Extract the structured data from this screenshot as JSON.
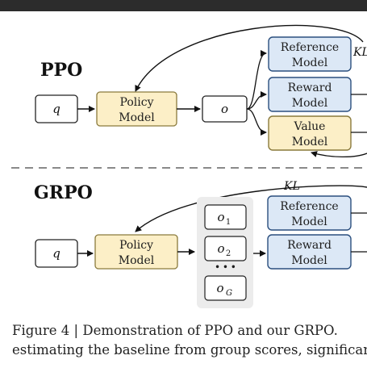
{
  "ppo": {
    "title": "PPO",
    "q": "q",
    "policy": [
      "Policy",
      "Model"
    ],
    "o": "o",
    "reference": [
      "Reference",
      "Model"
    ],
    "reward": [
      "Reward",
      "Model"
    ],
    "value": [
      "Value",
      "Model"
    ],
    "kl": "KL"
  },
  "grpo": {
    "title": "GRPO",
    "q": "q",
    "policy": [
      "Policy",
      "Model"
    ],
    "outputs": {
      "o1": "o",
      "o1_sub": "1",
      "o2": "o",
      "o2_sub": "2",
      "ellipsis": "• • •",
      "oG": "o",
      "oG_sub": "G"
    },
    "reference": [
      "Reference",
      "Model"
    ],
    "reward": [
      "Reward",
      "Model"
    ],
    "kl": "KL"
  },
  "caption": {
    "line1": "Figure 4 | Demonstration of PPO and our GRPO.",
    "line2": "estimating the baseline from group scores, significantly"
  },
  "colors": {
    "blue_fill": "#dce8f6",
    "blue_stroke": "#2b4f7e",
    "yellow_fill": "#fcefc7",
    "yellow_stroke": "#8a7a3c",
    "gray_panel": "#ececec"
  }
}
